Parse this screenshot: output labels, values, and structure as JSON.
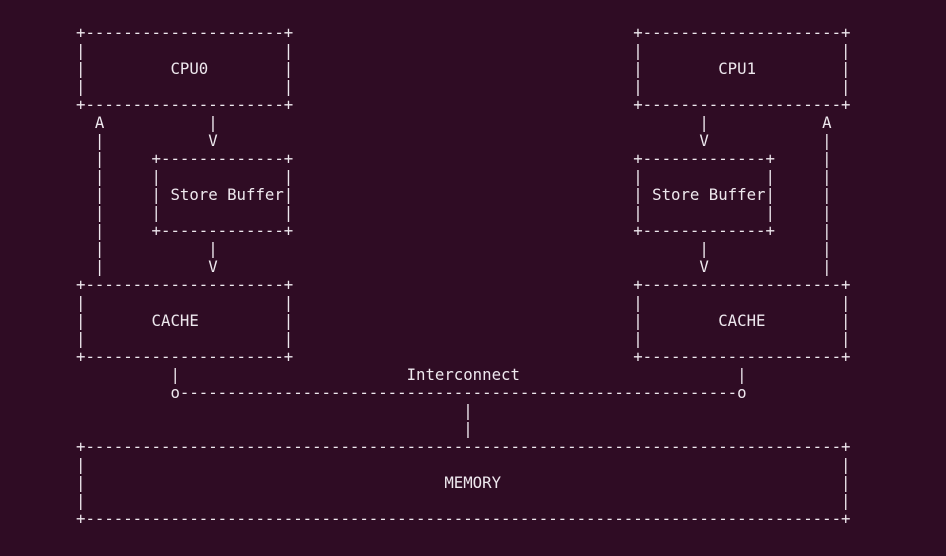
{
  "terminal": {
    "background_color": "#2f0c24",
    "text_color": "#eee8ee"
  },
  "diagram": {
    "type": "ascii-architecture-diagram",
    "components": [
      "CPU0",
      "CPU1",
      "Store Buffer",
      "Store Buffer",
      "CACHE",
      "CACHE",
      "Interconnect",
      "MEMORY"
    ],
    "lines": [
      "+---------------------+                                    +---------------------+",
      "|                     |                                    |                     |",
      "|         CPU0        |                                    |        CPU1         |",
      "|                     |                                    |                     |",
      "+---------------------+                                    +---------------------+",
      "  A           |                                                   |            A",
      "  |           V                                                   V            |",
      "  |     +-------------+                                    +-------------+     |",
      "  |     |             |                                    |             |     |",
      "  |     | Store Buffer|                                    | Store Buffer|     |",
      "  |     |             |                                    |             |     |",
      "  |     +-------------+                                    +-------------+     |",
      "  |           |                                                   |            |",
      "  |           V                                                   V            |",
      "+---------------------+                                    +---------------------+",
      "|                     |                                    |                     |",
      "|       CACHE         |                                    |        CACHE        |",
      "|                     |                                    |                     |",
      "+---------------------+                                    +---------------------+",
      "          |                        Interconnect                       |",
      "          o-----------------------------------------------------------o",
      "                                         |",
      "                                         |",
      "+--------------------------------------------------------------------------------+",
      "|                                                                                |",
      "|                                      MEMORY                                    |",
      "|                                                                                |",
      "+--------------------------------------------------------------------------------+"
    ]
  }
}
